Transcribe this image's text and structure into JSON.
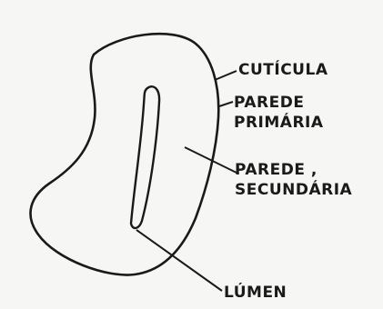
{
  "labels": {
    "cuticula": "CUTÍCULA",
    "parede_primaria_line1": "PAREDE",
    "parede_primaria_line2": "PRIMÁRIA",
    "parede_secundaria_line1": "PAREDE ,",
    "parede_secundaria_line2": "SECUNDÁRIA",
    "lumen": "LÚMEN"
  },
  "colors": {
    "ink": "#1a1a1a",
    "paper": "#f6f6f4"
  }
}
